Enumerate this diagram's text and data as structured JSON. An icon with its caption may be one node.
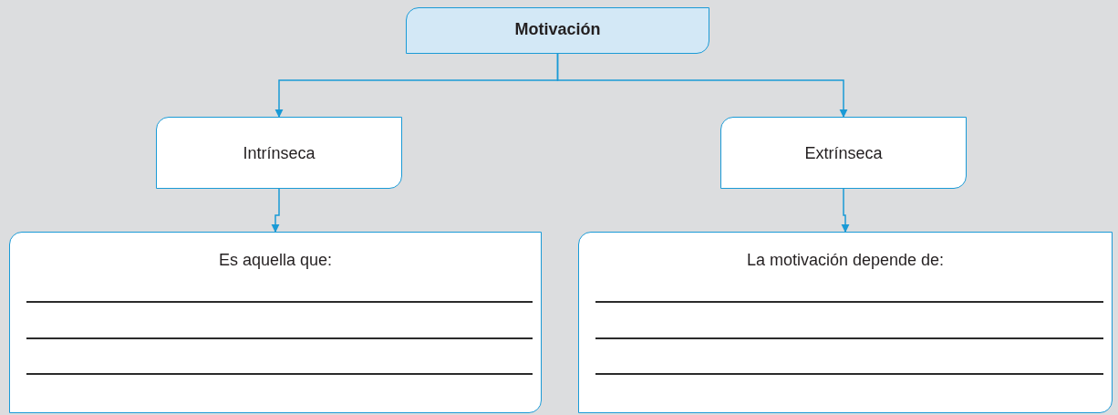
{
  "diagram": {
    "nodes": [
      {
        "text": [
          "Motivación"
        ]
      },
      {
        "text": [
          "Intrínseca"
        ]
      },
      {
        "text": [
          "Extrínseca"
        ]
      },
      {
        "text": [
          "Es aquella que:"
        ]
      },
      {
        "text": [
          "La motivación depende de:"
        ]
      }
    ],
    "edges": [
      {
        "from": 0,
        "to": 1,
        "arrow": "to"
      },
      {
        "from": 0,
        "to": 2,
        "arrow": "to"
      },
      {
        "from": 1,
        "to": 3,
        "arrow": "to"
      },
      {
        "from": 2,
        "to": 4,
        "arrow": "to"
      }
    ]
  }
}
